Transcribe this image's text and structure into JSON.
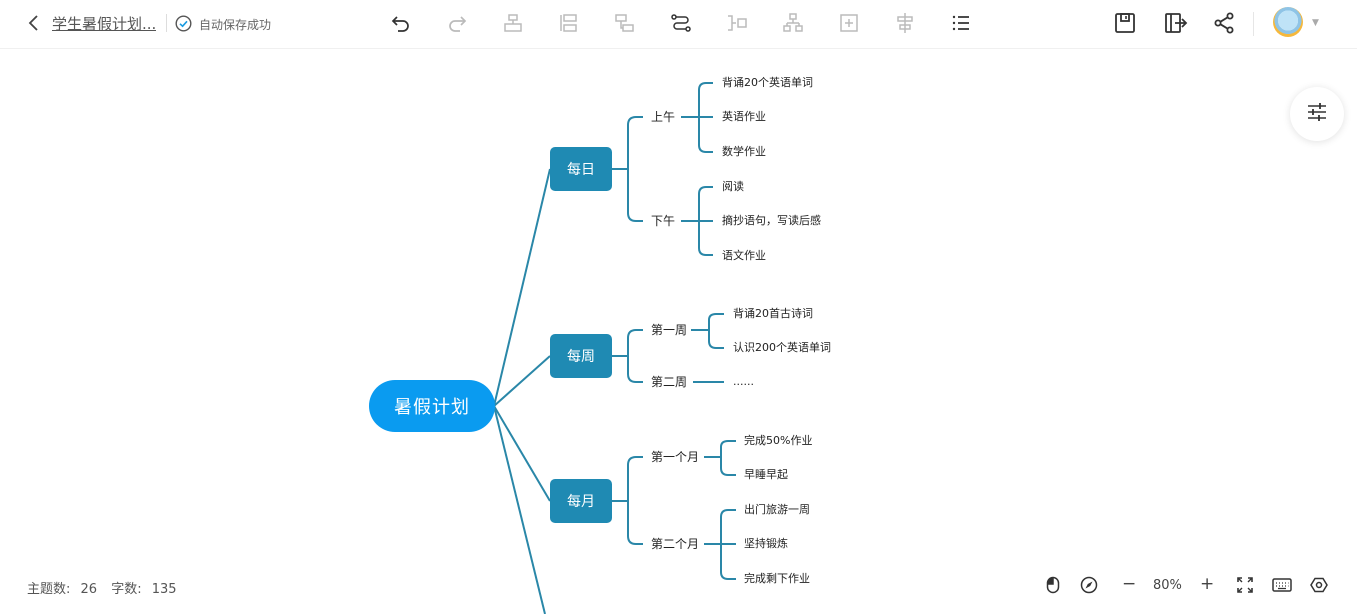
{
  "header": {
    "title": "学生暑假计划...",
    "save_status": "自动保存成功"
  },
  "toolbar": {
    "icons": [
      "undo-icon",
      "redo-icon",
      "insert-child-icon",
      "insert-sibling-icon",
      "insert-parent-icon",
      "relation-line-icon",
      "summary-icon",
      "structure-icon",
      "insert-icon",
      "outline-icon",
      "list-icon"
    ],
    "right_icons": [
      "save-icon",
      "export-icon",
      "share-icon"
    ]
  },
  "mindmap": {
    "root": "暑假计划",
    "branches": [
      {
        "label": "每日",
        "children": [
          {
            "label": "上午",
            "leaves": [
              "背诵20个英语单词",
              "英语作业",
              "数学作业"
            ]
          },
          {
            "label": "下午",
            "leaves": [
              "阅读",
              "摘抄语句，写读后感",
              "语文作业"
            ]
          }
        ]
      },
      {
        "label": "每周",
        "children": [
          {
            "label": "第一周",
            "leaves": [
              "背诵20首古诗词",
              "认识200个英语单词"
            ]
          },
          {
            "label": "第二周",
            "leaves": [
              "......"
            ]
          }
        ]
      },
      {
        "label": "每月",
        "children": [
          {
            "label": "第一个月",
            "leaves": [
              "完成50%作业",
              "早睡早起"
            ]
          },
          {
            "label": "第二个月",
            "leaves": [
              "出门旅游一周",
              "坚持锻炼",
              "完成剩下作业"
            ]
          }
        ]
      }
    ]
  },
  "footer": {
    "topic_label": "主题数:",
    "topic_count": "26",
    "word_label": "字数:",
    "word_count": "135",
    "zoom_minus": "−",
    "zoom_level": "80%",
    "zoom_plus": "+"
  },
  "colors": {
    "root": "#0a9bf0",
    "branch": "#1f8ab3",
    "line": "#2a87a8"
  }
}
